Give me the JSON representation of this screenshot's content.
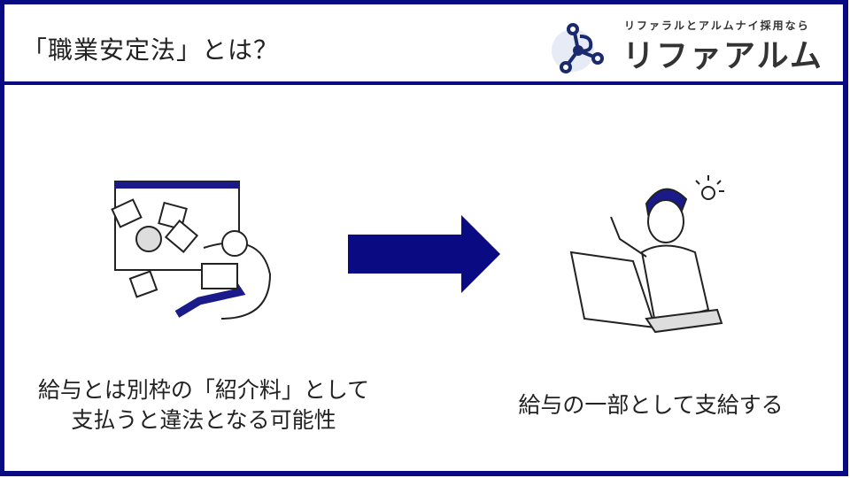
{
  "header": {
    "title": "「職業安定法」とは？"
  },
  "logo": {
    "tagline": "リファラルとアルムナイ採用なら",
    "brand": "リファアルム"
  },
  "left": {
    "caption_line1": "給与とは別枠の「紹介料」として",
    "caption_line2": "支払うと違法となる可能性"
  },
  "right": {
    "caption": "給与の一部として支給する"
  },
  "colors": {
    "accent": "#0a0a82"
  }
}
